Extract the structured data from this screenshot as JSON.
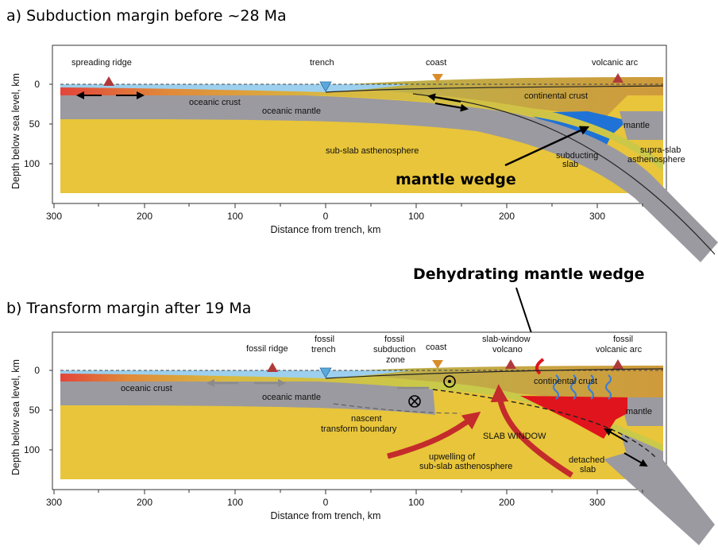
{
  "panel_a": {
    "title": "a) Subduction margin before ~28 Ma",
    "labels": {
      "spreading_ridge": "spreading ridge",
      "trench": "trench",
      "coast": "coast",
      "volcanic_arc": "volcanic arc",
      "oceanic_crust": "oceanic crust",
      "oceanic_mantle": "oceanic mantle",
      "continental_crust": "continental crust",
      "mantle": "mantle",
      "sub_slab_asthenosphere": "sub-slab asthenosphere",
      "subducting": "subducting",
      "slab": "slab",
      "supra_slab": "supra-slab",
      "asthenosphere": "asthenosphere",
      "mantle_wedge": "mantle wedge"
    },
    "y_axis_label": "Depth below sea level, km",
    "x_axis_label": "Distance from trench, km",
    "y_ticks": [
      "0",
      "50",
      "100"
    ],
    "x_ticks": [
      "300",
      "200",
      "100",
      "0",
      "100",
      "200",
      "300"
    ]
  },
  "panel_b": {
    "title": "b) Transform margin after 19 Ma",
    "callout": "Dehydrating mantle wedge",
    "labels": {
      "fossil_ridge": "fossil ridge",
      "fossil_trench_1": "fossil",
      "fossil_trench_2": "trench",
      "fossil_subduction_1": "fossil",
      "fossil_subduction_2": "subduction",
      "fossil_subduction_3": "zone",
      "coast": "coast",
      "slab_window_volcano_1": "slab-window",
      "slab_window_volcano_2": "volcano",
      "fossil_volcanic_arc_1": "fossil",
      "fossil_volcanic_arc_2": "volcanic arc",
      "oceanic_crust": "oceanic crust",
      "oceanic_mantle": "oceanic mantle",
      "continental_crust": "continental crust",
      "mantle": "mantle",
      "nascent_1": "nascent",
      "nascent_2": "transform boundary",
      "slab_window": "SLAB WINDOW",
      "upwelling_1": "upwelling of",
      "upwelling_2": "sub-slab asthenosphere",
      "detached_1": "detached",
      "detached_2": "slab"
    },
    "y_axis_label": "Depth below sea level, km",
    "x_axis_label": "Distance from trench, km",
    "y_ticks": [
      "0",
      "50",
      "100"
    ],
    "x_ticks": [
      "300",
      "200",
      "100",
      "0",
      "100",
      "200",
      "300"
    ]
  },
  "colors": {
    "asthenosphere": "#e8c53a",
    "slab": "#9b9aa0",
    "continental_crust": "#c9a441",
    "mantle_wedge_blue": "#1f73d6",
    "melt_red": "#e0141c",
    "upwelling_arrow": "#c42b2b",
    "sea": "#9dd0ee",
    "volcano": "#b03a3a",
    "coast_marker": "#d98c2c"
  }
}
